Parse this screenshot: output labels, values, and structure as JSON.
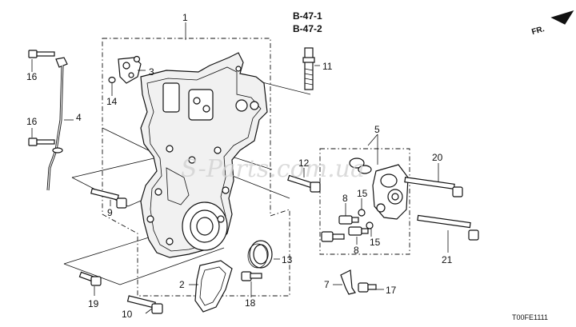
{
  "diagram": {
    "references": [
      "B-47-1",
      "B-47-2"
    ],
    "direction": "FR.",
    "watermark": "S-Parts.com.ua",
    "figure_code": "T00FE1111",
    "callouts": [
      "1",
      "2",
      "3",
      "4",
      "5",
      "7",
      "8",
      "8",
      "9",
      "10",
      "11",
      "12",
      "13",
      "14",
      "15",
      "15",
      "16",
      "16",
      "17",
      "18",
      "19",
      "20",
      "21"
    ]
  }
}
